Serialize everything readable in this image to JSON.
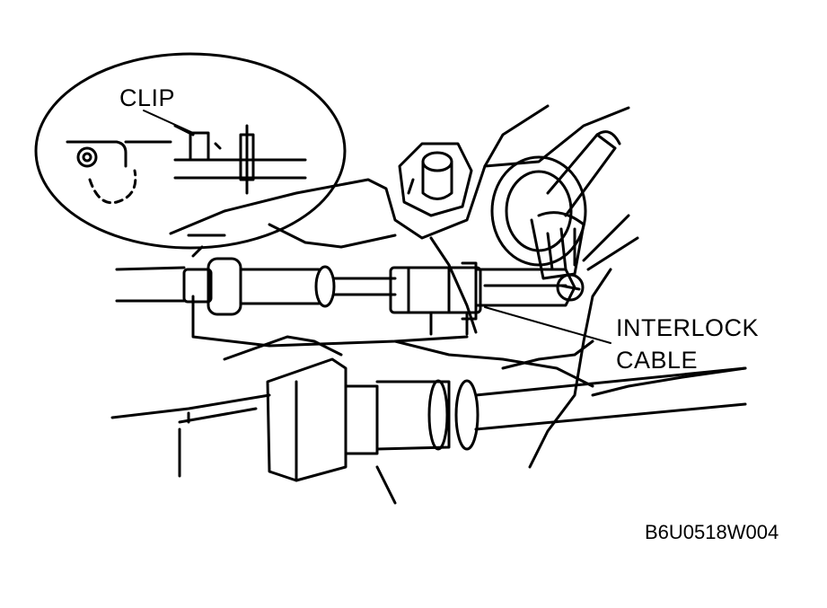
{
  "labels": {
    "clip": "CLIP",
    "interlock_line1": "INTERLOCK",
    "interlock_line2": "CABLE",
    "figure_code": "B6U0518W004"
  },
  "colors": {
    "ink": "#000000",
    "paper": "#ffffff"
  }
}
